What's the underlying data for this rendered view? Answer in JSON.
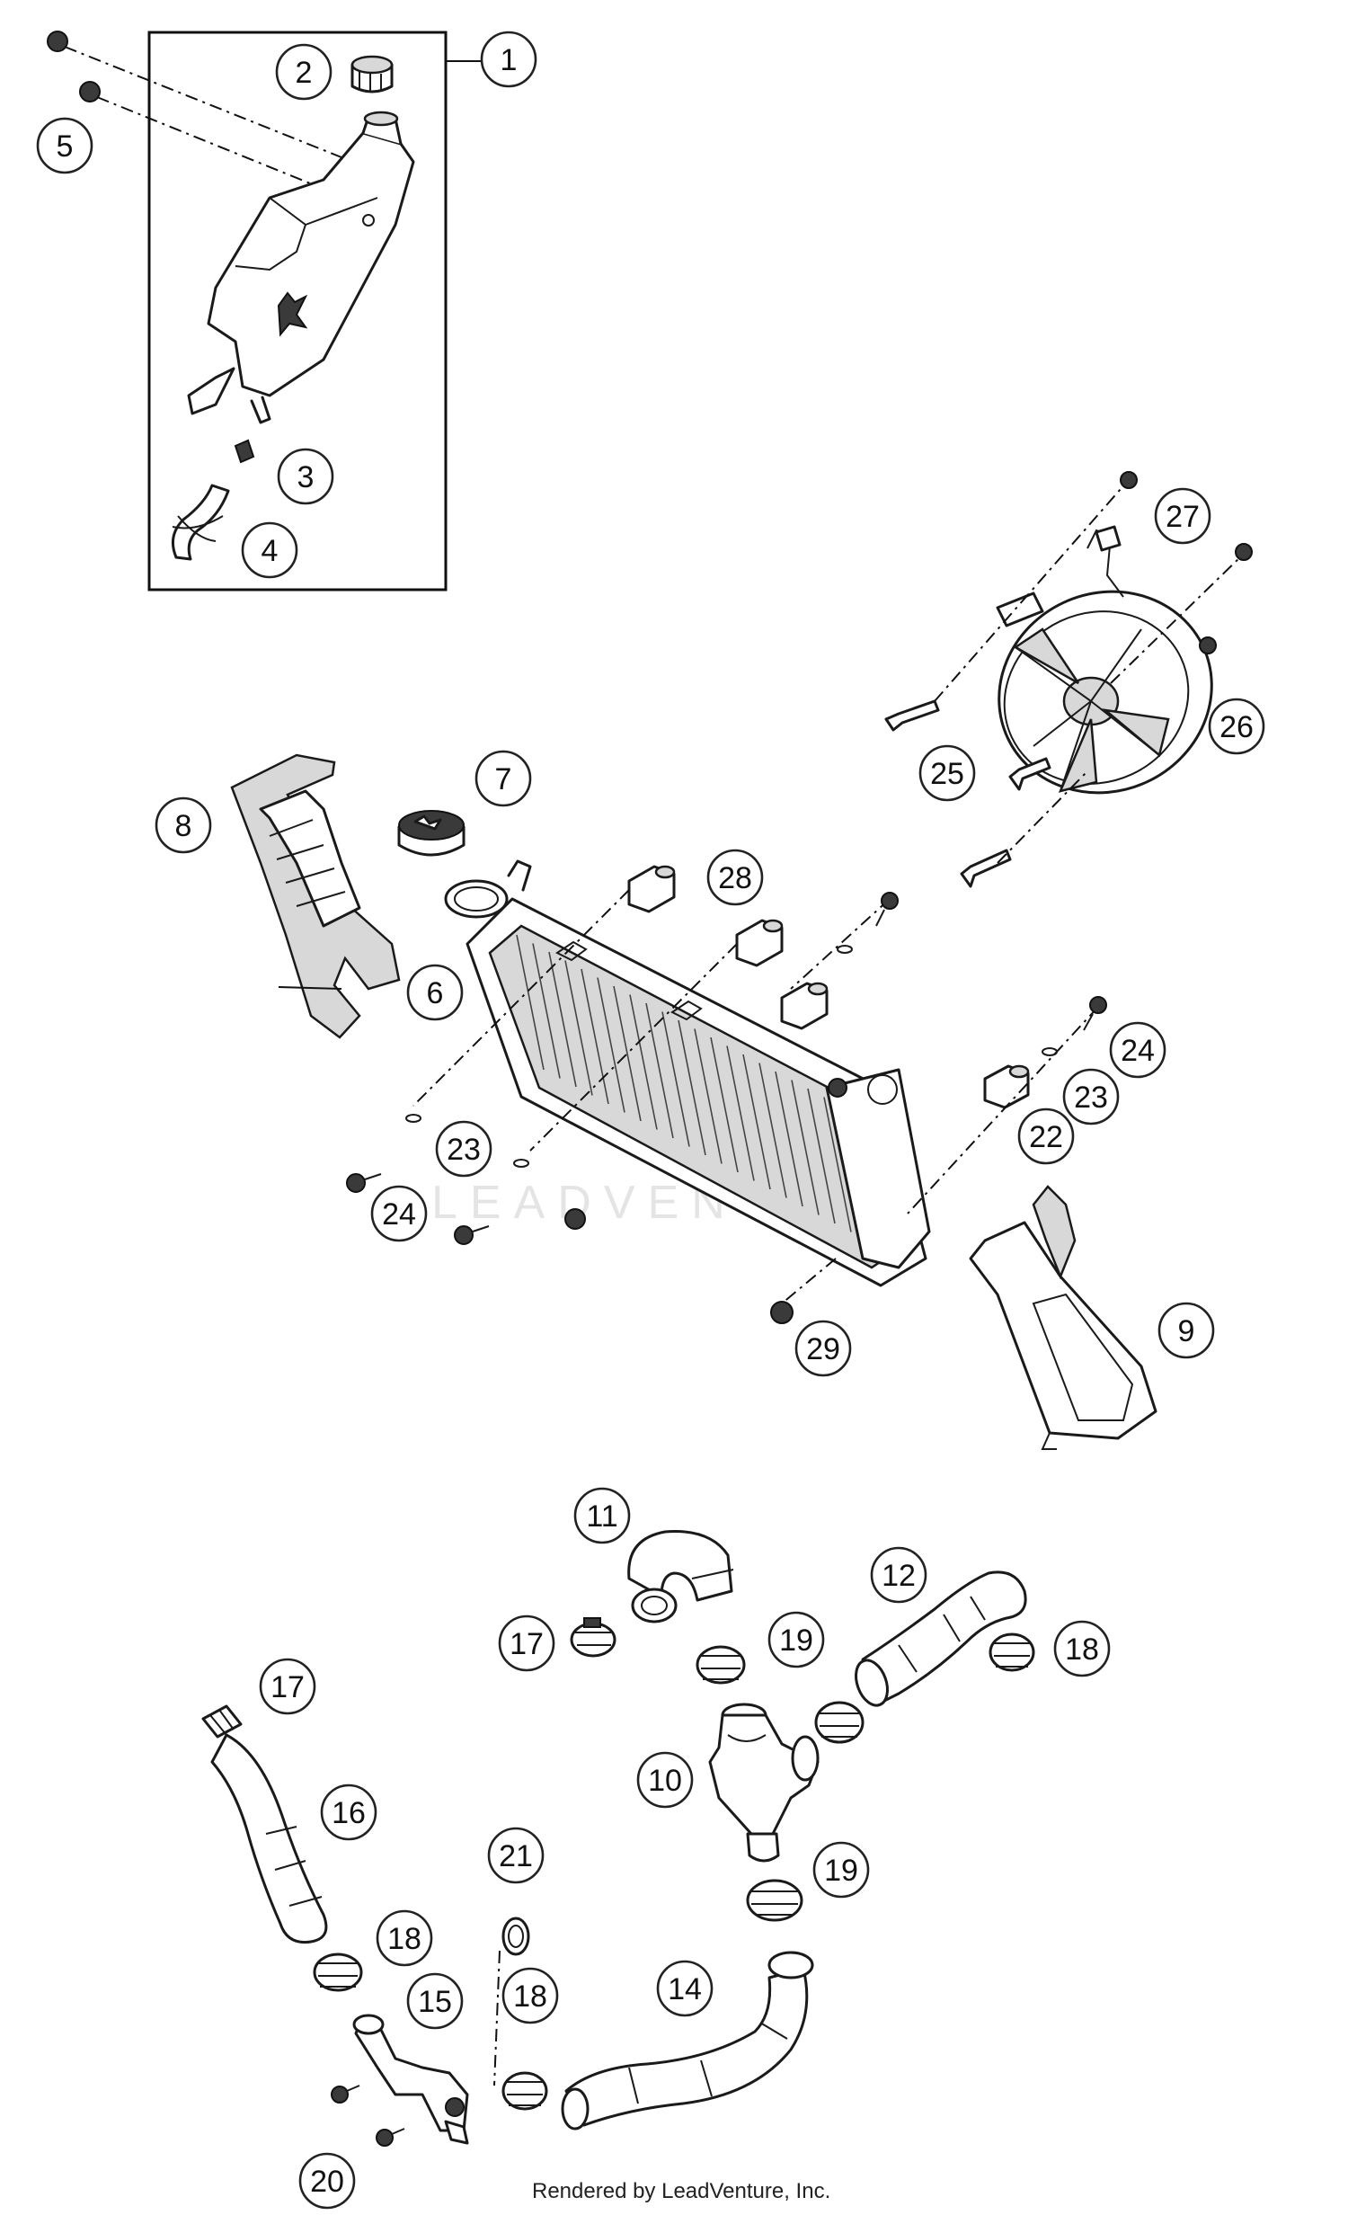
{
  "callouts": [
    {
      "label": "1"
    },
    {
      "label": "2"
    },
    {
      "label": "3"
    },
    {
      "label": "4"
    },
    {
      "label": "5"
    },
    {
      "label": "6"
    },
    {
      "label": "7"
    },
    {
      "label": "8"
    },
    {
      "label": "9"
    },
    {
      "label": "10"
    },
    {
      "label": "11"
    },
    {
      "label": "12"
    },
    {
      "label": "14"
    },
    {
      "label": "15"
    },
    {
      "label": "16"
    },
    {
      "label": "17"
    },
    {
      "label": "17"
    },
    {
      "label": "18"
    },
    {
      "label": "18"
    },
    {
      "label": "18"
    },
    {
      "label": "19"
    },
    {
      "label": "19"
    },
    {
      "label": "20"
    },
    {
      "label": "21"
    },
    {
      "label": "22"
    },
    {
      "label": "23"
    },
    {
      "label": "23"
    },
    {
      "label": "24"
    },
    {
      "label": "24"
    },
    {
      "label": "25"
    },
    {
      "label": "26"
    },
    {
      "label": "27"
    },
    {
      "label": "28"
    },
    {
      "label": "29"
    }
  ],
  "watermark": "LEADVENTURE",
  "credit": "Rendered by LeadVenture, Inc."
}
